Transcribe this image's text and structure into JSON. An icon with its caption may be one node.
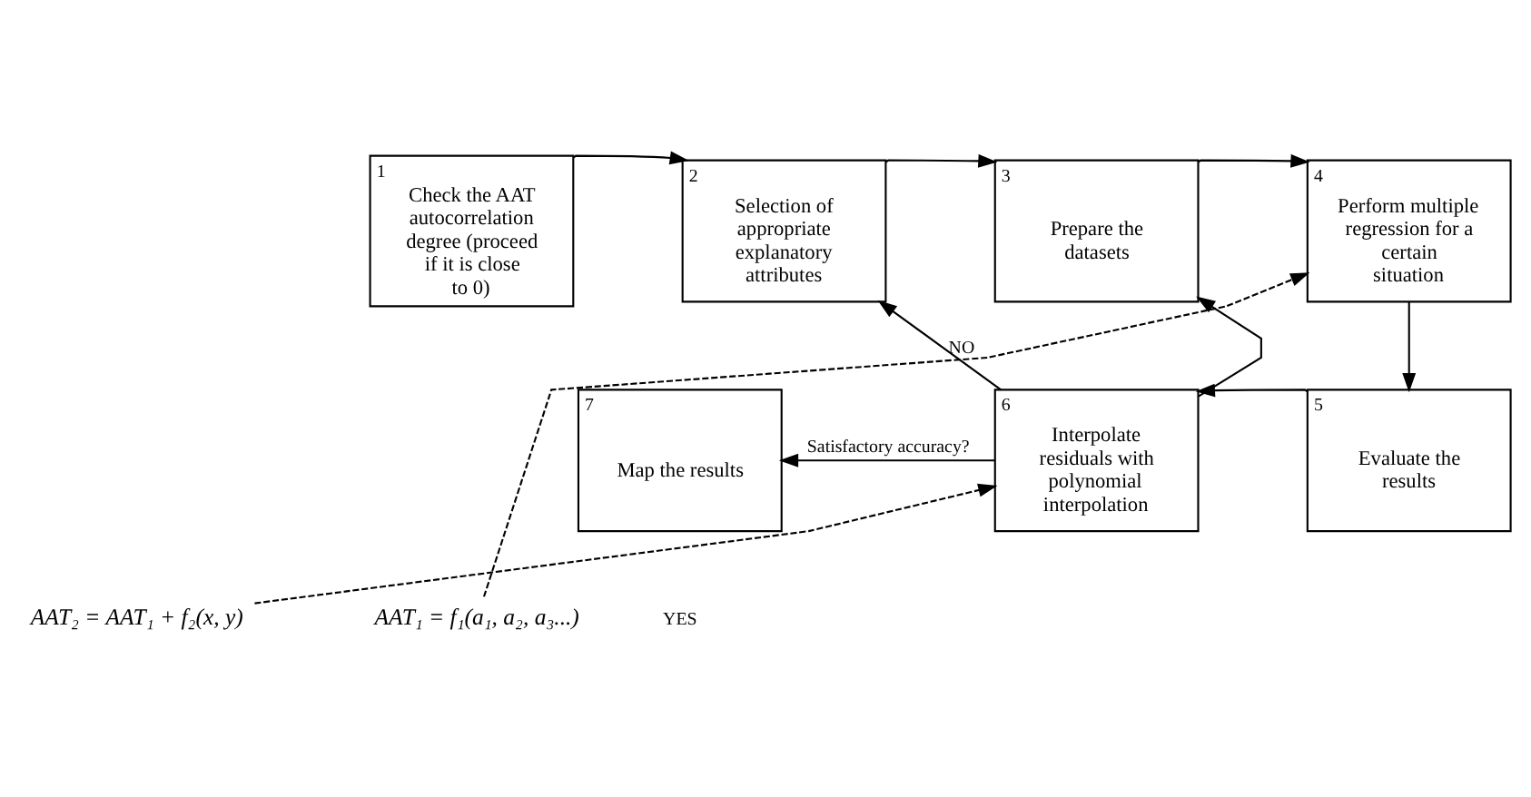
{
  "diagram": {
    "nodes": [
      {
        "text": [
          "1",
          "Check the AAT autocorrelation degree (proceed if it is close to 0)"
        ]
      },
      {
        "text": [
          "2",
          "Selection of appropriate explanatory attributes"
        ]
      },
      {
        "text": [
          "3",
          "Prepare the datasets"
        ]
      },
      {
        "text": [
          "4",
          "Perform multiple regression for a certain situation"
        ]
      },
      {
        "text": [
          "5",
          "Evaluate the results"
        ]
      },
      {
        "text": [
          "6",
          "Interpolate residuals with polynomial interpolation"
        ]
      },
      {
        "text": [
          "7",
          "Map the results"
        ]
      },
      {
        "text": [
          "AAT₂ = AAT₁ + f₂(x, y)"
        ]
      },
      {
        "text": [
          "AAT₁ = f₁(a₁, a₂, a₃...)"
        ]
      }
    ],
    "edges": [
      {
        "from": 0,
        "to": 1,
        "arrow": "to"
      },
      {
        "from": 1,
        "to": 2,
        "arrow": "to"
      },
      {
        "from": 2,
        "to": 3,
        "arrow": "to"
      },
      {
        "from": 3,
        "to": 4,
        "arrow": "to"
      },
      {
        "from": 4,
        "to": 5,
        "arrow": "to"
      },
      {
        "from": 5,
        "to": 6,
        "arrow": "to",
        "label": "Satisfactory accuracy?"
      },
      {
        "from": 5,
        "to": 1,
        "arrow": "to",
        "label": "NO"
      },
      {
        "from": 5,
        "to": 2,
        "arrow": "to"
      },
      {
        "from": 7,
        "to": 5,
        "arrow": "to",
        "style": "dashed"
      },
      {
        "from": 8,
        "to": 3,
        "arrow": "to",
        "style": "dashed"
      }
    ],
    "labels": [
      "YES"
    ]
  }
}
